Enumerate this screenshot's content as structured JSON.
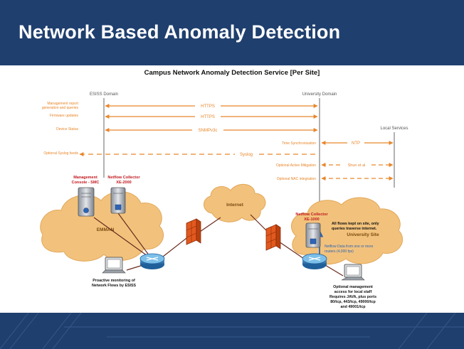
{
  "slide": {
    "title": "Network Based Anomaly Detection"
  },
  "diagram": {
    "title": "Campus Network Anomaly Detection Service [Per Site]",
    "domains": {
      "left": "ESISS Domain",
      "right": "University Domain",
      "local": "Local Services"
    },
    "flows": [
      {
        "label": "Management report generation and queries",
        "line1": "Management report",
        "line2": "generation and queries",
        "protocol": "HTTPS"
      },
      {
        "label": "Firmware updates",
        "protocol": "HTTPS"
      },
      {
        "label": "Device Status",
        "protocol": "SNMPv3c"
      },
      {
        "label": "Optional Syslog feeds",
        "protocol": "Syslog"
      }
    ],
    "local_flows": [
      {
        "label": "Time Synchronisation",
        "protocol": "NTP"
      },
      {
        "label": "Optional Active Mitigation",
        "protocol": "Shun et al"
      },
      {
        "label": "Optional NAC integration",
        "protocol": ""
      }
    ],
    "devices": {
      "mgmt_console": {
        "line1": "Management",
        "line2": "Console - SMC"
      },
      "netflow_left": {
        "line1": "Netflow Collector",
        "line2": "XE-2000"
      },
      "netflow_right": {
        "line1": "Netflow Collector",
        "line2": "XE-1000"
      }
    },
    "clouds": {
      "left": "EMMAN",
      "middle": "Internet",
      "right": "University Site"
    },
    "notes": {
      "flows_kept": [
        "All flows kept on site, only",
        "queries traverse internet."
      ],
      "netflow_data": [
        "Netflow Data from one or more",
        "routers (4,000 fps)"
      ],
      "monitoring": [
        "Proactive monitoring of",
        "Network Flows by ESISS"
      ],
      "optional_mgmt": [
        "Optional management",
        "access for local staff",
        "Requires JAVA, plus ports",
        "80/tcp, 443/tcp, 49000/tcp",
        "and 49001/tcp"
      ]
    },
    "colors": {
      "header": "#1f3f6e",
      "flow": "#e8862a",
      "device_label": "#c0181e",
      "cloud": "#f2c27c"
    }
  }
}
